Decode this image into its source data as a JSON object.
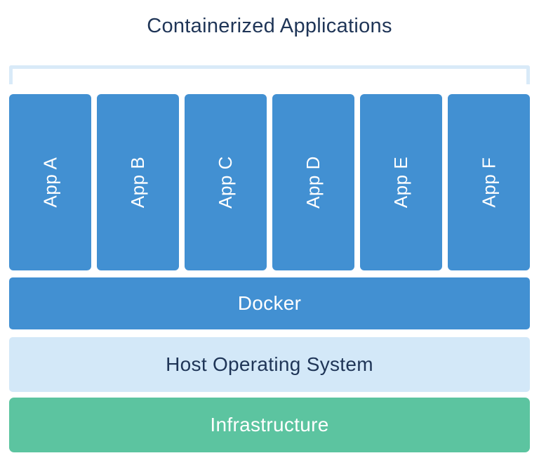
{
  "title": "Containerized Applications",
  "apps": [
    {
      "label": "App A"
    },
    {
      "label": "App B"
    },
    {
      "label": "App C"
    },
    {
      "label": "App D"
    },
    {
      "label": "App E"
    },
    {
      "label": "App F"
    }
  ],
  "layers": {
    "docker": {
      "label": "Docker"
    },
    "host_os": {
      "label": "Host Operating System"
    },
    "infrastructure": {
      "label": "Infrastructure"
    }
  },
  "colors": {
    "container_blue": "#4290d2",
    "host_os_blue": "#d3e8f8",
    "bracket_blue": "#d9eaf8",
    "infrastructure_green": "#5cc4a0",
    "title_navy": "#1f3557",
    "label_white": "#ffffff"
  }
}
